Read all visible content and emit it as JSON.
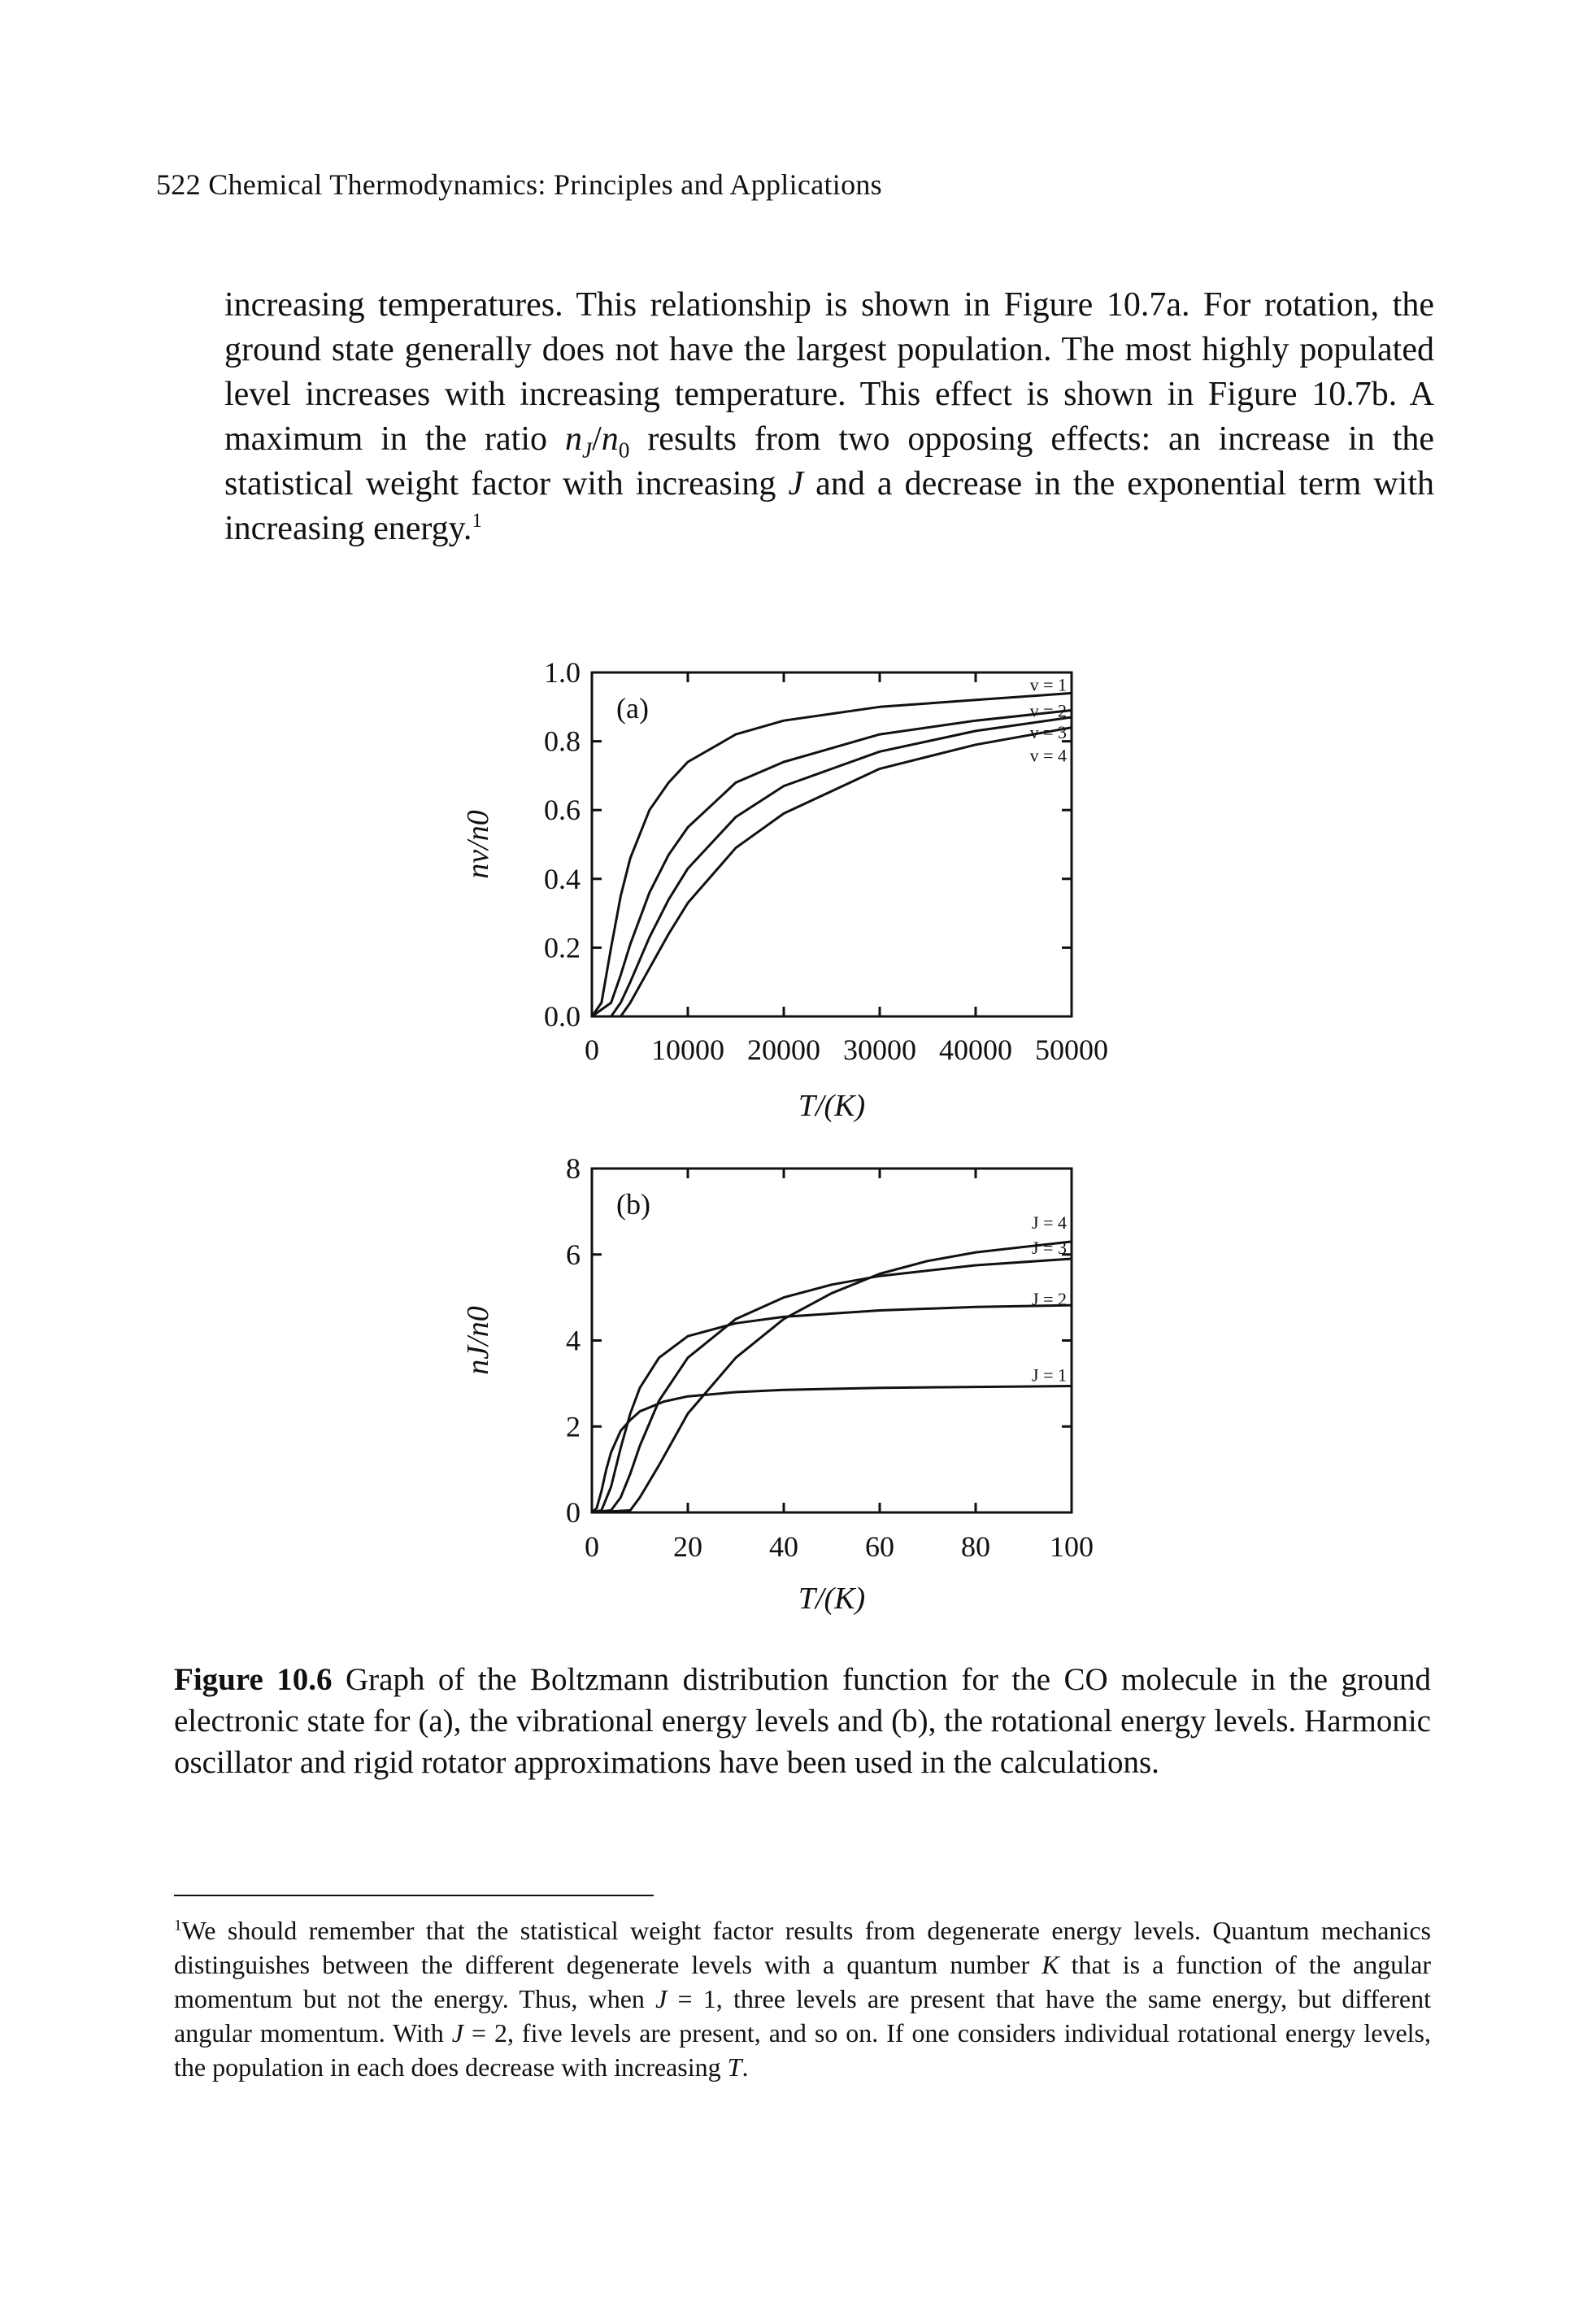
{
  "running_head": "522  Chemical Thermodynamics: Principles and Applications",
  "body": {
    "part1": "increasing temperatures. This relationship is shown in Figure 10.7a. For rotation, the ground state generally does not have the largest population. The most highly populated level increases with increasing temperature. This effect is shown in Figure 10.7b. A maximum in the ratio ",
    "ratio_n": "n",
    "ratio_sub1": "J",
    "ratio_slash": "/",
    "ratio_n2": "n",
    "ratio_sub2": "0",
    "part2": " results from two opposing effects: an increase in the statistical weight factor with increasing ",
    "J": "J",
    "part3": " and a decrease in the exponential term with increasing energy.",
    "fn_mark": "1"
  },
  "chart_data": [
    {
      "type": "line",
      "panel_label": "(a)",
      "xlabel": "T/(K)",
      "ylabel": "nv/n0",
      "xlim": [
        0,
        50000
      ],
      "ylim": [
        0,
        1.0
      ],
      "x_ticks": [
        "0",
        "10000",
        "20000",
        "30000",
        "40000",
        "50000"
      ],
      "y_ticks": [
        "0.0",
        "0.2",
        "0.4",
        "0.6",
        "0.8",
        "1.0"
      ],
      "series": [
        {
          "name": "v = 1",
          "x": [
            0,
            1000,
            2000,
            3000,
            4000,
            6000,
            8000,
            10000,
            15000,
            20000,
            30000,
            40000,
            50000
          ],
          "y": [
            0.0,
            0.04,
            0.2,
            0.35,
            0.46,
            0.6,
            0.68,
            0.74,
            0.82,
            0.86,
            0.9,
            0.92,
            0.94
          ]
        },
        {
          "name": "v = 2",
          "x": [
            0,
            2000,
            3000,
            4000,
            6000,
            8000,
            10000,
            15000,
            20000,
            30000,
            40000,
            50000
          ],
          "y": [
            0.0,
            0.04,
            0.12,
            0.21,
            0.36,
            0.47,
            0.55,
            0.68,
            0.74,
            0.82,
            0.86,
            0.89
          ]
        },
        {
          "name": "v = 3",
          "x": [
            0,
            2000,
            3000,
            4000,
            6000,
            8000,
            10000,
            15000,
            20000,
            30000,
            40000,
            50000
          ],
          "y": [
            0.0,
            0.0,
            0.04,
            0.1,
            0.23,
            0.34,
            0.43,
            0.58,
            0.67,
            0.77,
            0.83,
            0.87
          ]
        },
        {
          "name": "v = 4",
          "x": [
            0,
            3000,
            4000,
            6000,
            8000,
            10000,
            15000,
            20000,
            30000,
            40000,
            50000
          ],
          "y": [
            0.0,
            0.0,
            0.04,
            0.14,
            0.24,
            0.33,
            0.49,
            0.59,
            0.72,
            0.79,
            0.84
          ]
        }
      ],
      "series_labels": [
        "v = 1",
        "v = 2",
        "v = 3",
        "v = 4"
      ]
    },
    {
      "type": "line",
      "panel_label": "(b)",
      "xlabel": "T/(K)",
      "ylabel": "nJ/n0",
      "xlim": [
        0,
        100
      ],
      "ylim": [
        0,
        8
      ],
      "x_ticks": [
        "0",
        "20",
        "40",
        "60",
        "80",
        "100"
      ],
      "y_ticks": [
        "0",
        "2",
        "4",
        "6",
        "8"
      ],
      "series": [
        {
          "name": "J = 1",
          "x": [
            0,
            1,
            2,
            3,
            4,
            6,
            8,
            10,
            15,
            20,
            30,
            40,
            60,
            80,
            100
          ],
          "y": [
            0.0,
            0.1,
            0.5,
            1.0,
            1.4,
            1.9,
            2.15,
            2.35,
            2.58,
            2.7,
            2.8,
            2.85,
            2.9,
            2.92,
            2.94
          ]
        },
        {
          "name": "J = 2",
          "x": [
            0,
            2,
            4,
            6,
            8,
            10,
            14,
            20,
            30,
            40,
            60,
            80,
            100
          ],
          "y": [
            0.0,
            0.05,
            0.6,
            1.5,
            2.3,
            2.9,
            3.6,
            4.1,
            4.4,
            4.55,
            4.7,
            4.78,
            4.82
          ]
        },
        {
          "name": "J = 3",
          "x": [
            0,
            4,
            6,
            8,
            10,
            14,
            20,
            30,
            40,
            50,
            60,
            80,
            100
          ],
          "y": [
            0.0,
            0.05,
            0.35,
            0.9,
            1.55,
            2.6,
            3.6,
            4.5,
            5.0,
            5.3,
            5.5,
            5.75,
            5.9
          ]
        },
        {
          "name": "J = 4",
          "x": [
            0,
            8,
            10,
            14,
            20,
            30,
            40,
            50,
            60,
            70,
            80,
            100
          ],
          "y": [
            0.0,
            0.05,
            0.35,
            1.1,
            2.3,
            3.6,
            4.5,
            5.1,
            5.55,
            5.85,
            6.05,
            6.3
          ]
        }
      ],
      "series_labels": [
        "J = 4",
        "J = 3",
        "J = 2",
        "J = 1"
      ]
    }
  ],
  "caption": {
    "label": "Figure 10.6",
    "text": " Graph of the Boltzmann distribution function for the CO molecule in the ground electronic state for (a), the vibrational energy levels and (b), the rotational energy levels. Harmonic oscillator and rigid rotator approximations have been used in the calculations."
  },
  "footnote": {
    "mark": "1",
    "part1": "We should remember that the statistical weight factor results from degenerate energy levels. Quantum mechanics distinguishes between the different degenerate levels with a quantum number ",
    "K": "K",
    "part2": " that is a function of the angular momentum but not the energy. Thus, when ",
    "J1": "J",
    "part3": " = 1, three levels are present that have the same energy, but different angular momentum. With ",
    "J2": "J",
    "part4": " = 2, five levels are present, and so on. If one considers individual rotational energy levels, the population in each does decrease with increasing ",
    "T": "T",
    "part5": "."
  }
}
